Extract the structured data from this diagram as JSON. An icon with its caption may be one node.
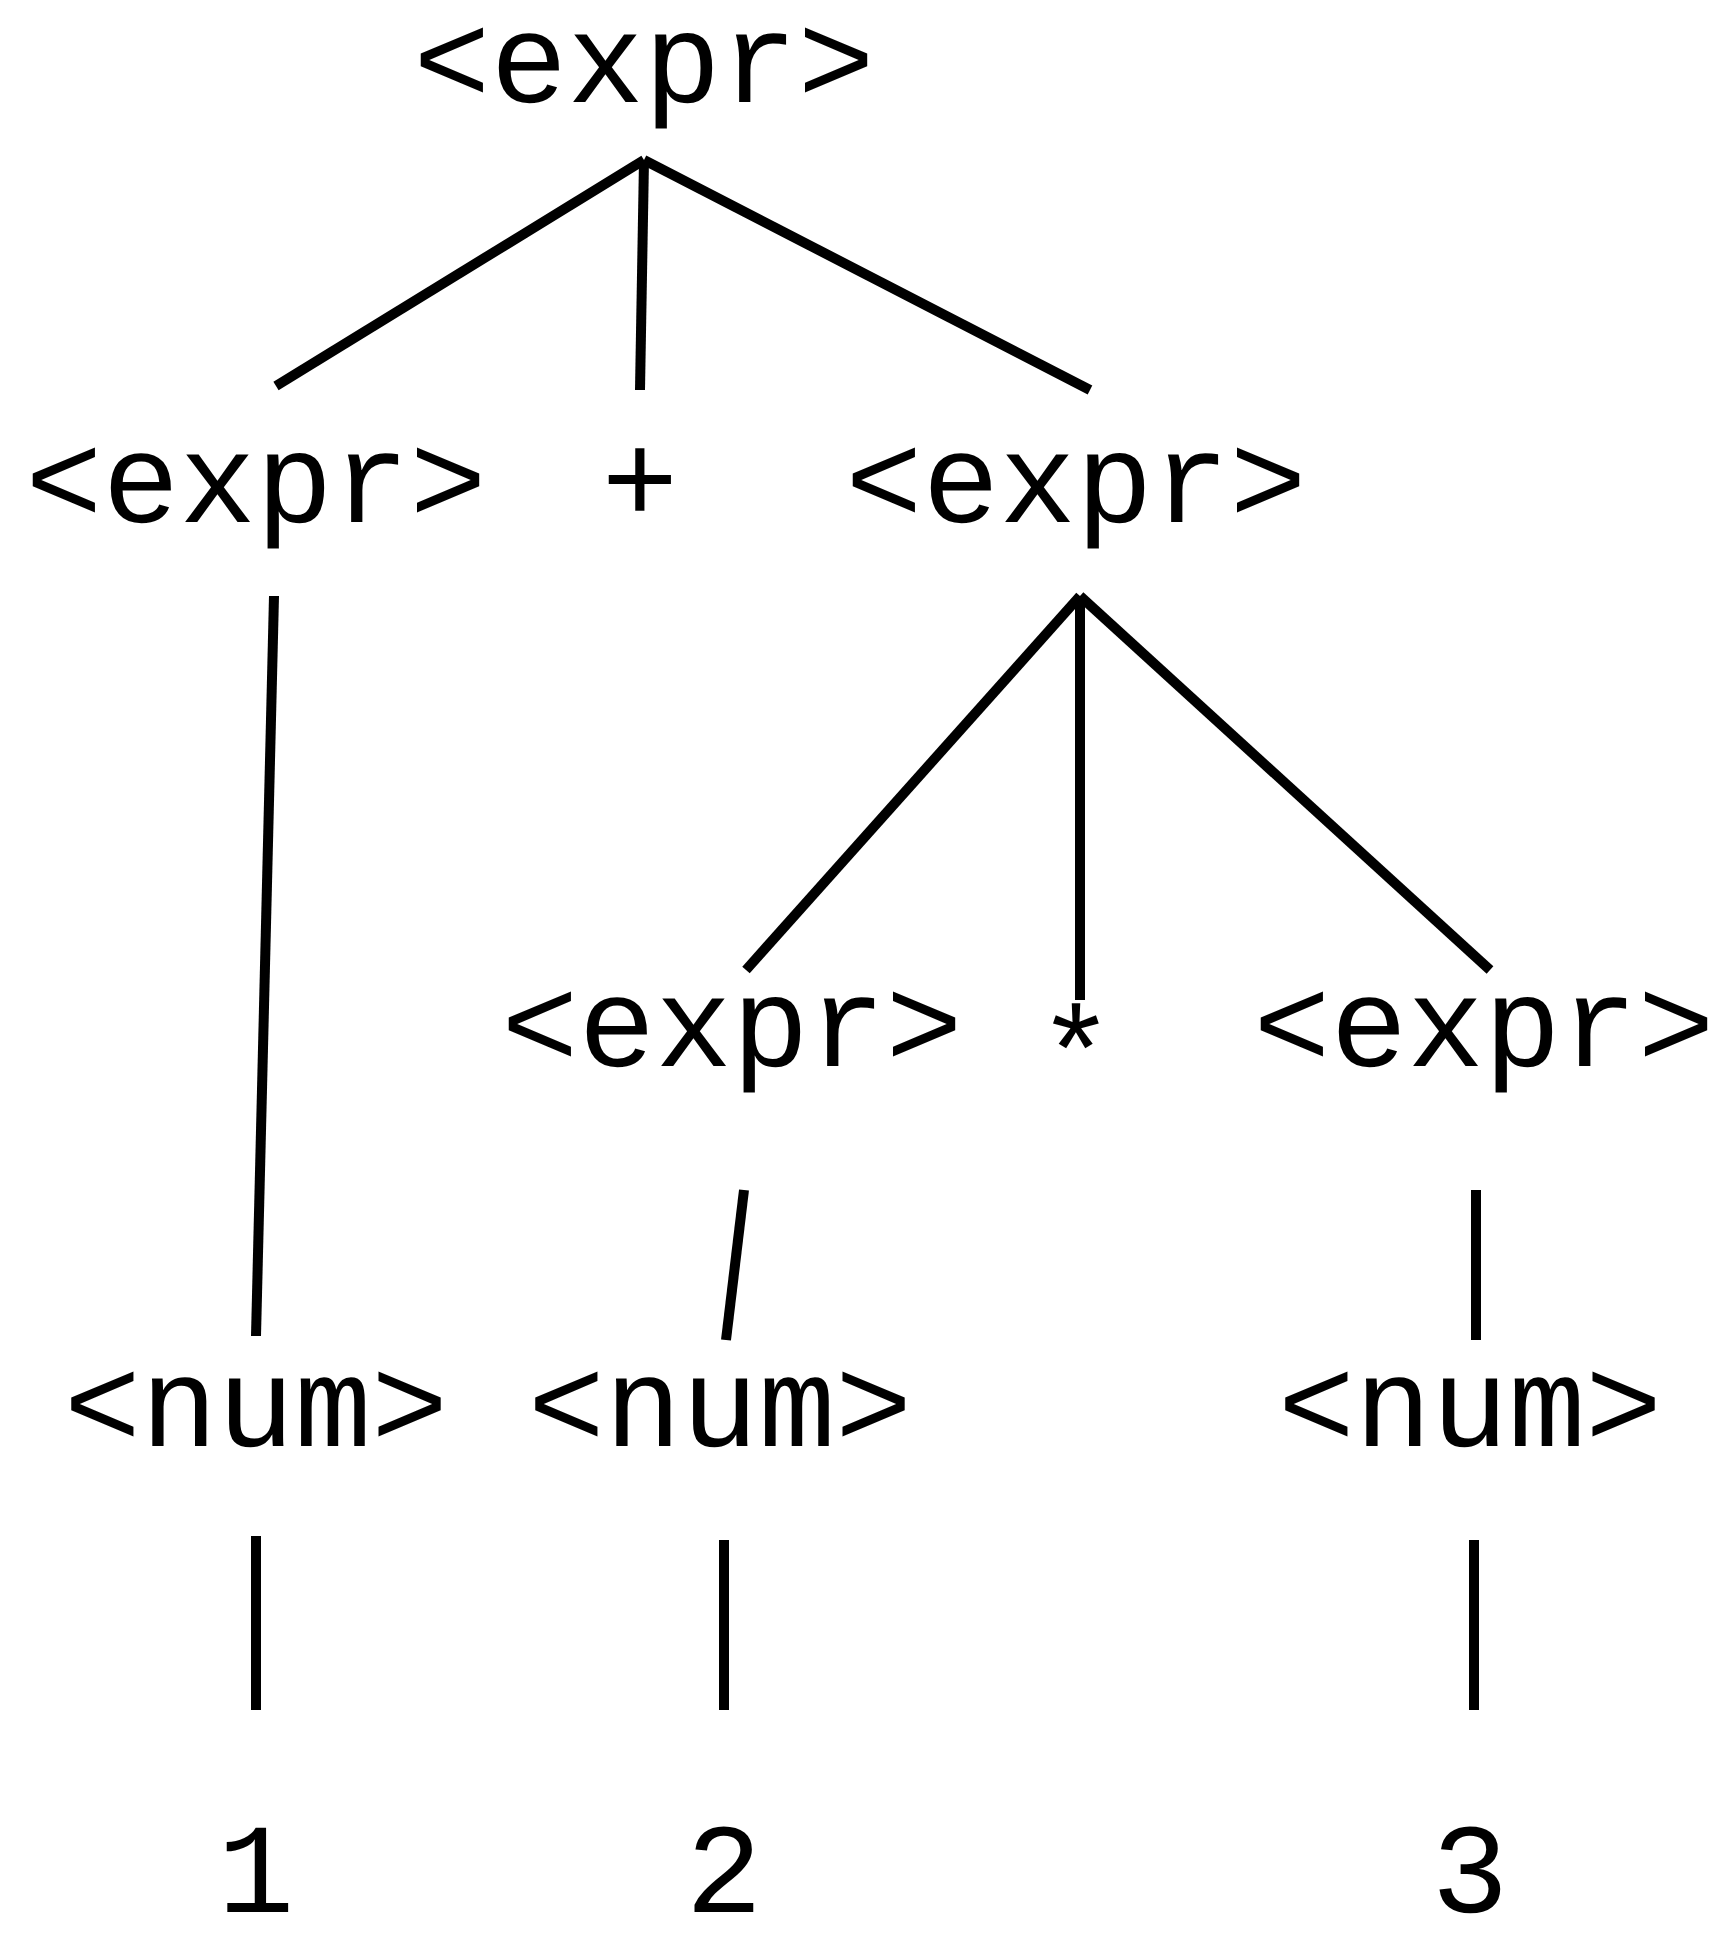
{
  "diagram": {
    "nodes": [
      {
        "text": [
          "<expr>"
        ]
      },
      {
        "text": [
          "<expr>"
        ]
      },
      {
        "text": [
          "+"
        ]
      },
      {
        "text": [
          "<expr>"
        ]
      },
      {
        "text": [
          "<expr>"
        ]
      },
      {
        "text": [
          "*"
        ]
      },
      {
        "text": [
          "<expr>"
        ]
      },
      {
        "text": [
          "<num>"
        ]
      },
      {
        "text": [
          "<num>"
        ]
      },
      {
        "text": [
          "<num>"
        ]
      },
      {
        "text": [
          "1"
        ]
      },
      {
        "text": [
          "2"
        ]
      },
      {
        "text": [
          "3"
        ]
      }
    ],
    "edges": [
      {
        "from": 0,
        "to": 1,
        "arrow": "none"
      },
      {
        "from": 0,
        "to": 2,
        "arrow": "none"
      },
      {
        "from": 0,
        "to": 3,
        "arrow": "none"
      },
      {
        "from": 1,
        "to": 7,
        "arrow": "none"
      },
      {
        "from": 3,
        "to": 4,
        "arrow": "none"
      },
      {
        "from": 3,
        "to": 5,
        "arrow": "none"
      },
      {
        "from": 3,
        "to": 6,
        "arrow": "none"
      },
      {
        "from": 4,
        "to": 8,
        "arrow": "none"
      },
      {
        "from": 6,
        "to": 9,
        "arrow": "none"
      },
      {
        "from": 7,
        "to": 10,
        "arrow": "none"
      },
      {
        "from": 8,
        "to": 11,
        "arrow": "none"
      },
      {
        "from": 9,
        "to": 12,
        "arrow": "none"
      }
    ]
  }
}
